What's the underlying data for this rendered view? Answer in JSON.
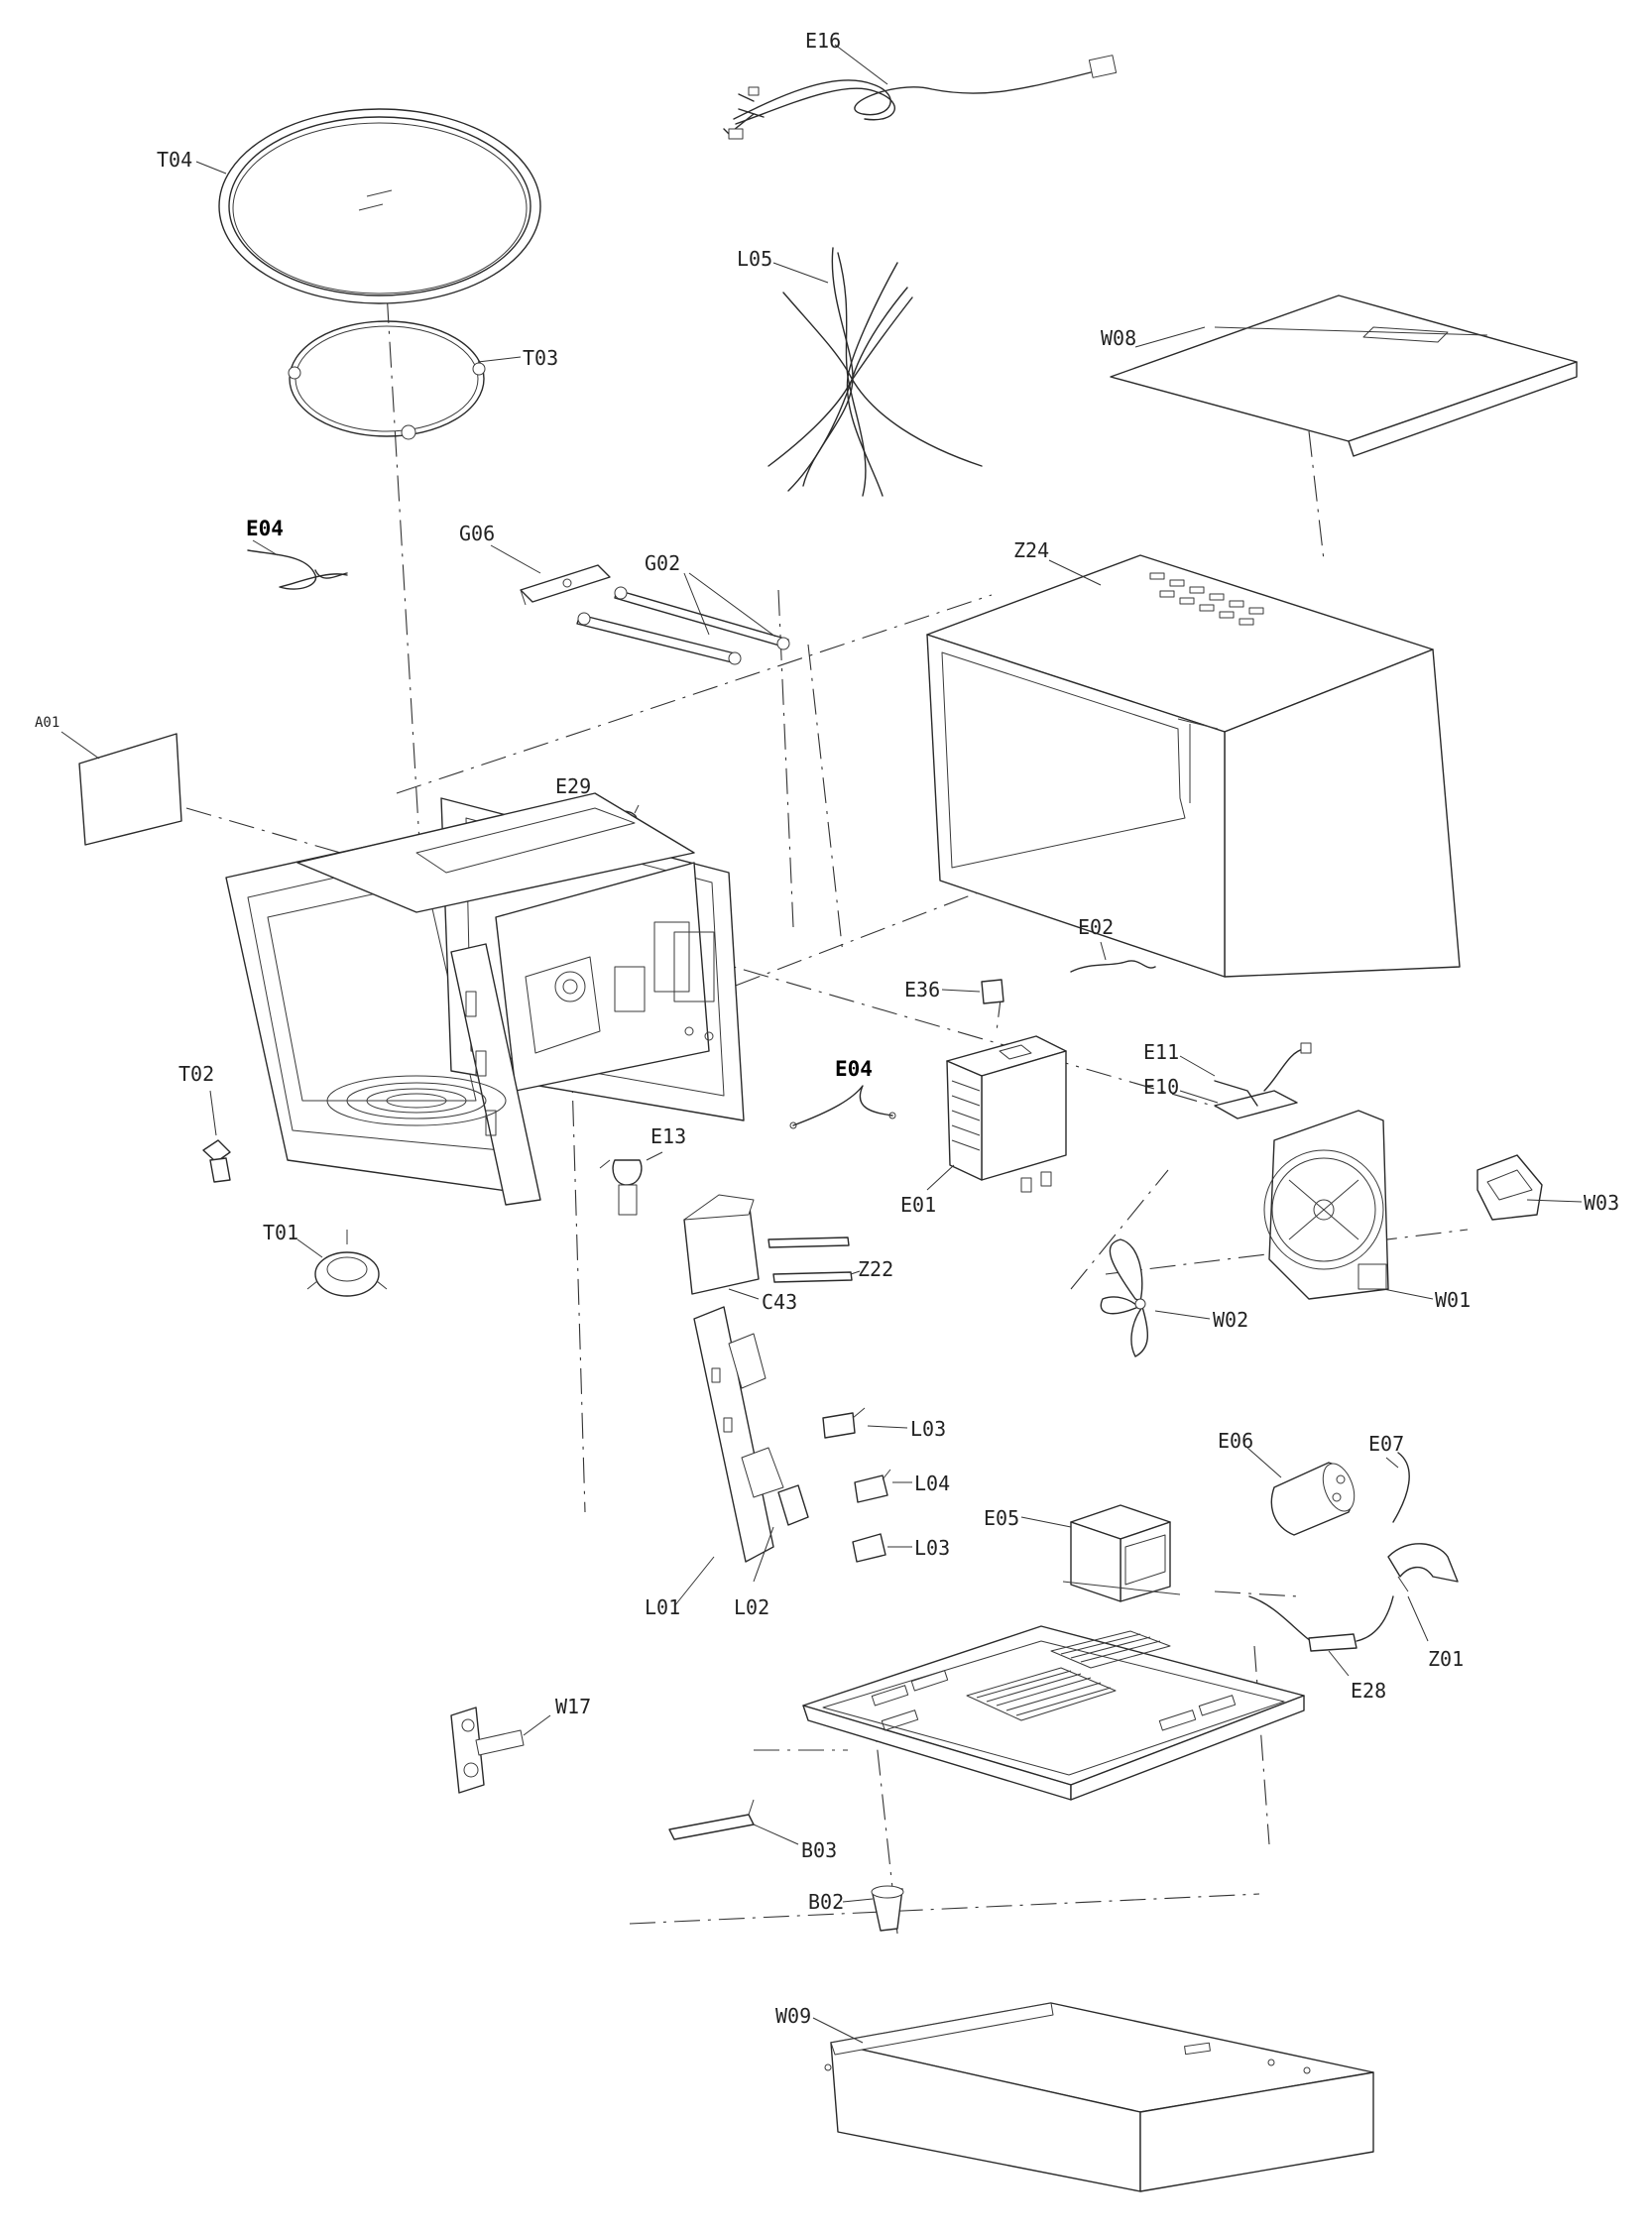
{
  "labels": {
    "E16": "E16",
    "L05": "L05",
    "W08": "W08",
    "T04": "T04",
    "T03": "T03",
    "E04_top": "E04",
    "G06": "G06",
    "G02": "G02",
    "Z24": "Z24",
    "A01": "A01",
    "E29": "E29",
    "E02": "E02",
    "E36": "E36",
    "T02": "T02",
    "E04_mid": "E04",
    "E11": "E11",
    "E10": "E10",
    "E13": "E13",
    "E01": "E01",
    "W03": "W03",
    "Z22": "Z22",
    "T01": "T01",
    "C43": "C43",
    "W02": "W02",
    "W01": "W01",
    "L03_a": "L03",
    "E06": "E06",
    "E07": "E07",
    "L04": "L04",
    "E05": "E05",
    "L03_b": "L03",
    "L01": "L01",
    "L02": "L02",
    "Z01": "Z01",
    "E28": "E28",
    "W17": "W17",
    "B03": "B03",
    "B02": "B02",
    "W09": "W09"
  }
}
